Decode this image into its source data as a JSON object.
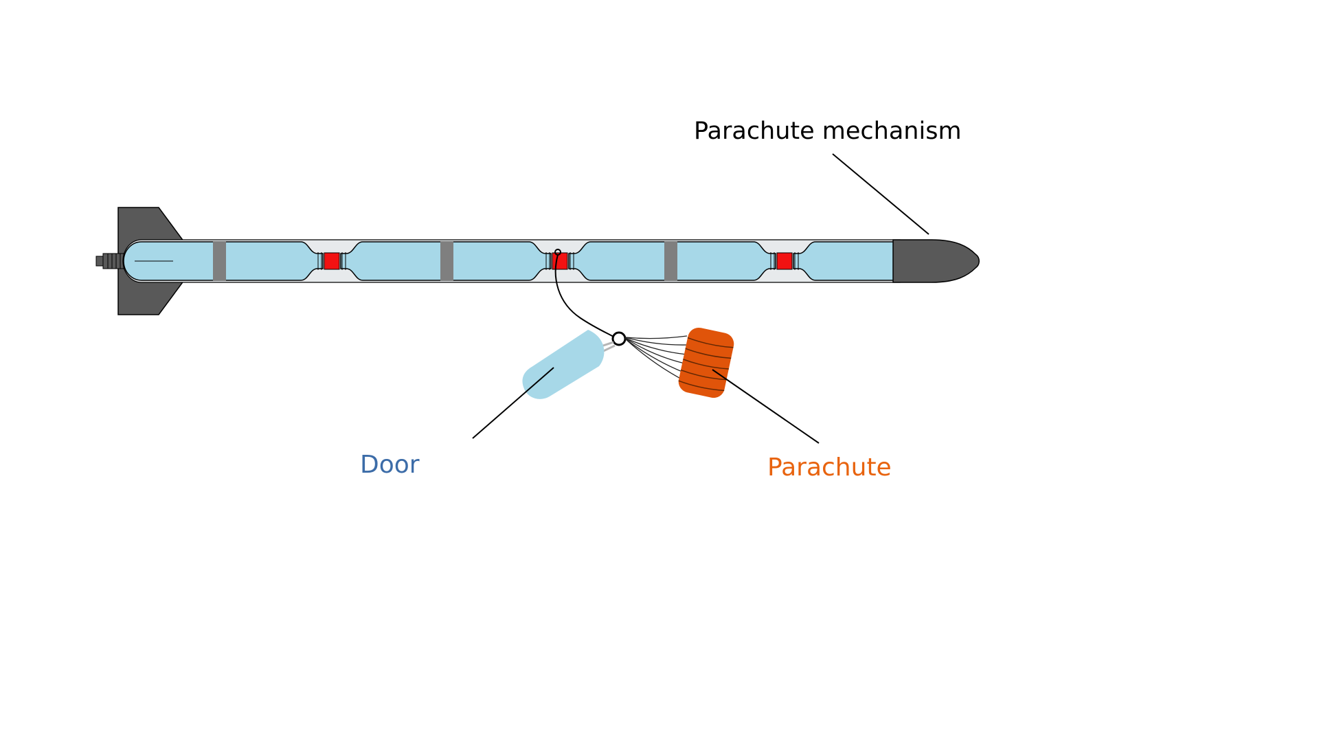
{
  "labels": {
    "parachute_mechanism": "Parachute mechanism",
    "door": "Door",
    "parachute": "Parachute"
  },
  "colors": {
    "body_blue": "#a7d8e8",
    "dark_gray": "#595959",
    "band_gray": "#7f7f7f",
    "connector_red": "#f21212",
    "parachute_orange": "#e0540a",
    "door_label_blue": "#3c6ca8",
    "parachute_label_orange": "#e8630e",
    "silhouette_gray": "#e7eaec",
    "line_black": "#000000"
  }
}
